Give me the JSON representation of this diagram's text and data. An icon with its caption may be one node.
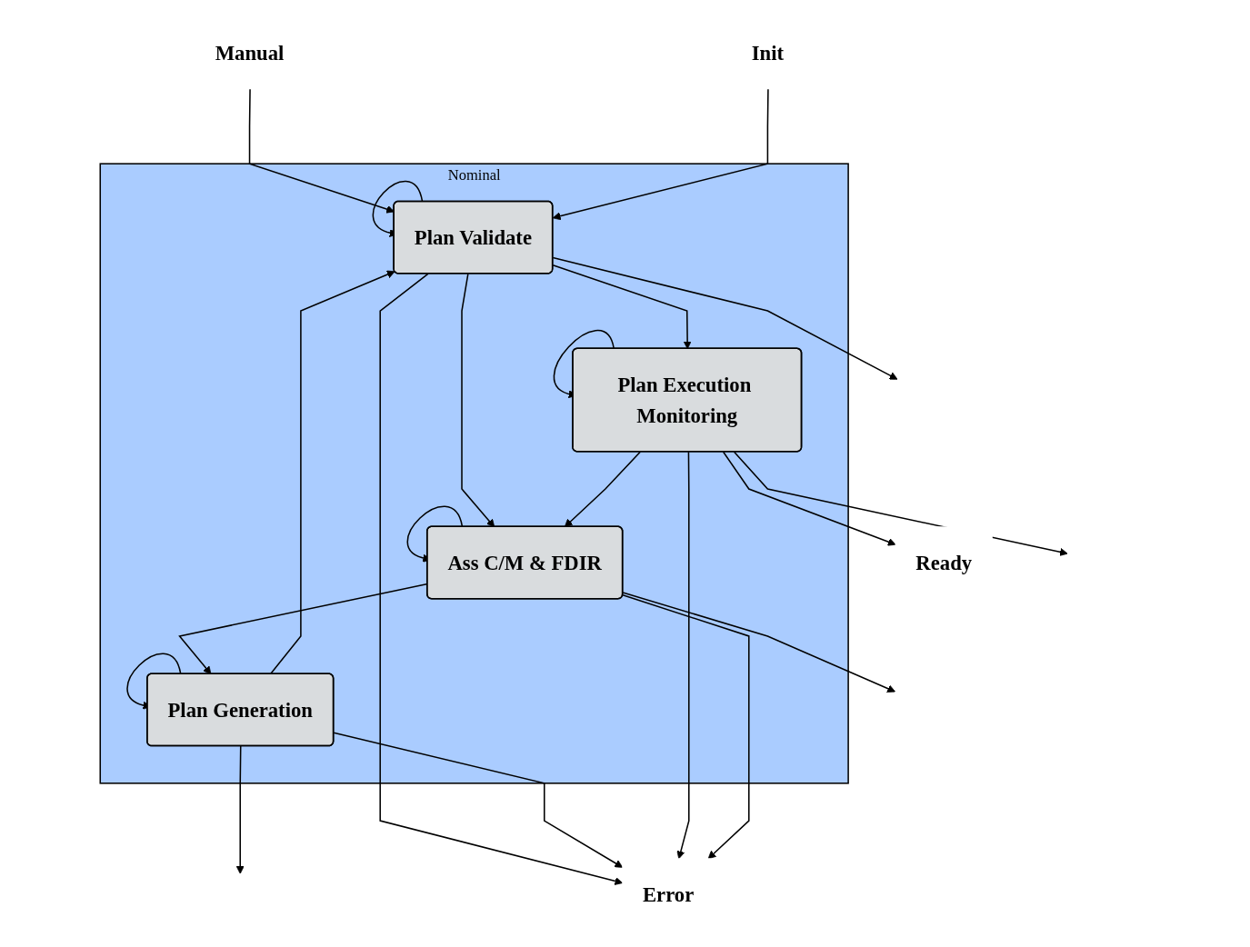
{
  "diagram": {
    "nodes": [
      {
        "text": [
          "Nominal"
        ]
      },
      {
        "text": [
          "Plan Validate"
        ],
        "in": 0
      },
      {
        "text": [
          "Plan Generation"
        ],
        "in": 0
      },
      {
        "text": [
          "Plan Execution Monitoring"
        ],
        "in": 0
      },
      {
        "text": [
          "Ass C/M & FDIR"
        ],
        "in": 0
      },
      {
        "text": [
          "Manual"
        ]
      },
      {
        "text": [
          "Init"
        ]
      },
      {
        "text": [
          "Ready"
        ]
      },
      {
        "text": [
          "Error"
        ]
      }
    ],
    "edges": [
      {
        "from": 5,
        "to": 1,
        "arrow": "to"
      },
      {
        "from": 6,
        "to": 1,
        "arrow": "to"
      },
      {
        "from": 1,
        "to": 1,
        "arrow": "to"
      },
      {
        "from": 2,
        "to": 2,
        "arrow": "to"
      },
      {
        "from": 3,
        "to": 3,
        "arrow": "to"
      },
      {
        "from": 4,
        "to": 4,
        "arrow": "to"
      },
      {
        "from": 2,
        "to": 1,
        "arrow": "to"
      },
      {
        "from": 1,
        "to": 3,
        "arrow": "to"
      },
      {
        "from": 1,
        "to": 4,
        "arrow": "to"
      },
      {
        "from": 4,
        "to": 2,
        "arrow": "to"
      },
      {
        "from": 3,
        "to": 4,
        "arrow": "to"
      },
      {
        "from": 1,
        "to": null,
        "arrow": "to"
      },
      {
        "from": 2,
        "to": null,
        "arrow": "to"
      },
      {
        "from": 3,
        "to": null,
        "arrow": "to"
      },
      {
        "from": 4,
        "to": null,
        "arrow": "to"
      },
      {
        "from": 3,
        "to": 7,
        "arrow": "to"
      },
      {
        "from": 1,
        "to": 8,
        "arrow": "to"
      },
      {
        "from": 2,
        "to": 8,
        "arrow": "to"
      },
      {
        "from": 3,
        "to": 8,
        "arrow": "to"
      },
      {
        "from": 4,
        "to": 8,
        "arrow": "to"
      }
    ]
  }
}
